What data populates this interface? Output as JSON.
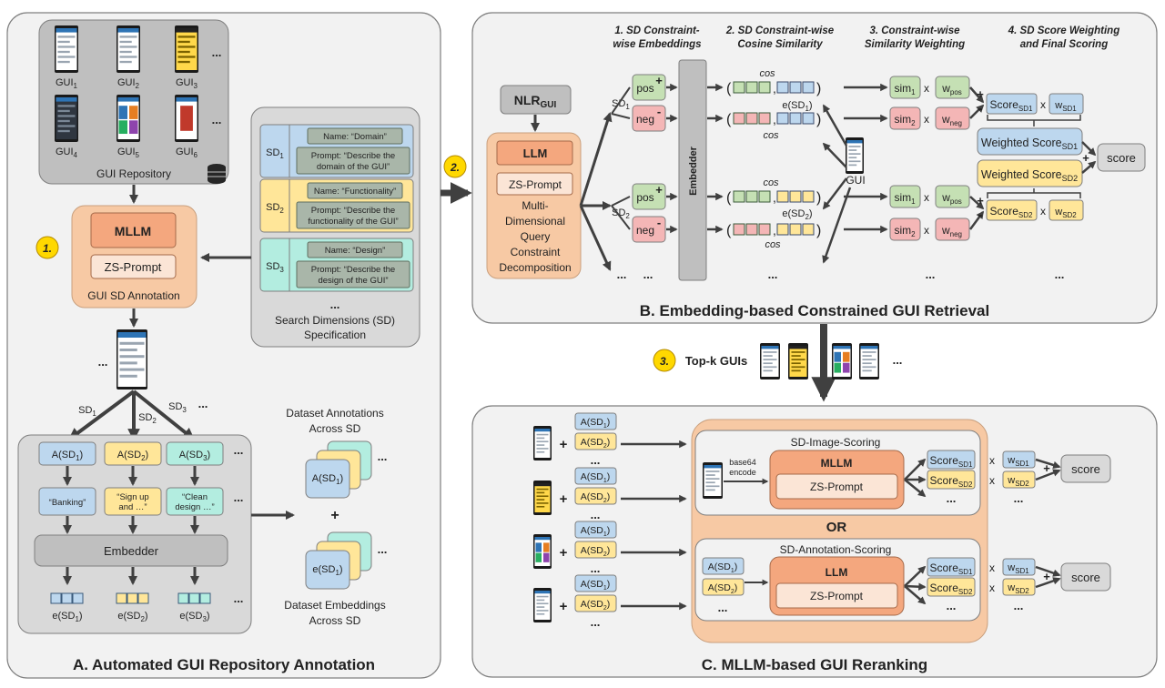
{
  "colors": {
    "orange": "#f7c9a4",
    "orange_dark": "#f4a77e",
    "blue": "#bdd7ee",
    "yellow": "#ffe699",
    "green": "#c5e0b4",
    "teal": "#b3ede0",
    "pink": "#f4b6b6",
    "gray": "#bfbfbf",
    "panel": "#f2f2f2"
  },
  "panelA": {
    "title": "A. Automated GUI Repository Annotation",
    "repo_label": "GUI Repository",
    "gui_labels": [
      "GUI",
      "GUI",
      "GUI",
      "GUI",
      "GUI",
      "GUI"
    ],
    "gui_subs": [
      "1",
      "2",
      "3",
      "4",
      "5",
      "6"
    ],
    "ellipsis": "...",
    "step": "1.",
    "mllm": "MLLM",
    "zs_prompt": "ZS-Prompt",
    "annotation_label": "GUI SD Annotation",
    "sd_prefix": "SD",
    "sd_subs": [
      "1",
      "2",
      "3"
    ],
    "sd_specs": [
      {
        "name": "Name: “Domain”",
        "prompt1": "Prompt: “Describe the",
        "prompt2": "domain of the GUI”"
      },
      {
        "name": "Name: “Functionality”",
        "prompt1": "Prompt: “Describe the",
        "prompt2": "functionality of the GUI”"
      },
      {
        "name": "Name: “Design”",
        "prompt1": "Prompt: “Describe the",
        "prompt2": "design of the GUI”"
      }
    ],
    "spec_title1": "Search Dimensions (SD)",
    "spec_title2": "Specification",
    "annot_fn": "A",
    "annot_texts": [
      [
        "“Banking”",
        ""
      ],
      [
        "“Sign up",
        "and …”"
      ],
      [
        "“Clean",
        "design …”"
      ]
    ],
    "embedder": "Embedder",
    "emb_fn": "e",
    "dataset_annot1": "Dataset Annotations",
    "dataset_annot2": "Across SD",
    "dataset_emb1": "Dataset Embeddings",
    "dataset_emb2": "Across SD",
    "plus": "+"
  },
  "panelB": {
    "title": "B. Embedding-based Constrained GUI Retrieval",
    "step": "2.",
    "nlr": "NLR",
    "nlr_sub": "GUI",
    "llm": "LLM",
    "zs_prompt": "ZS-Prompt",
    "decomp": [
      "Multi-",
      "Dimensional",
      "Query",
      "Constraint",
      "Decomposition"
    ],
    "headers": [
      [
        "1. SD Constraint-",
        "wise Embeddings"
      ],
      [
        "2. SD Constraint-wise",
        "Cosine Similarity"
      ],
      [
        "3. Constraint-wise",
        "Similarity Weighting"
      ],
      [
        "4. SD Score Weighting",
        "and Final Scoring"
      ]
    ],
    "pos": "pos",
    "neg": "neg",
    "plus": "+",
    "minus": "-",
    "embedder": "Embedder",
    "cos": "cos",
    "emb_fn": "e",
    "gui": "GUI",
    "sim": "sim",
    "w": "w",
    "pos_sub": "pos",
    "neg_sub": "neg",
    "score": "Score",
    "score_subs": [
      "SD1",
      "SD2"
    ],
    "weighted": "Weighted Score",
    "final": "score",
    "times": "x",
    "ellipsis": "..."
  },
  "topk": {
    "step": "3.",
    "label": "Top-k GUIs",
    "ellipsis": "..."
  },
  "panelC": {
    "title": "C. MLLM-based GUI Reranking",
    "image_scoring": "SD-Image-Scoring",
    "annotation_scoring": "SD-Annotation-Scoring",
    "base64_1": "base64",
    "base64_2": "encode",
    "mllm": "MLLM",
    "llm": "LLM",
    "zs_prompt": "ZS-Prompt",
    "or": "OR",
    "score": "Score",
    "w": "w",
    "final": "score",
    "times": "x",
    "plus": "+",
    "ellipsis": "..."
  }
}
